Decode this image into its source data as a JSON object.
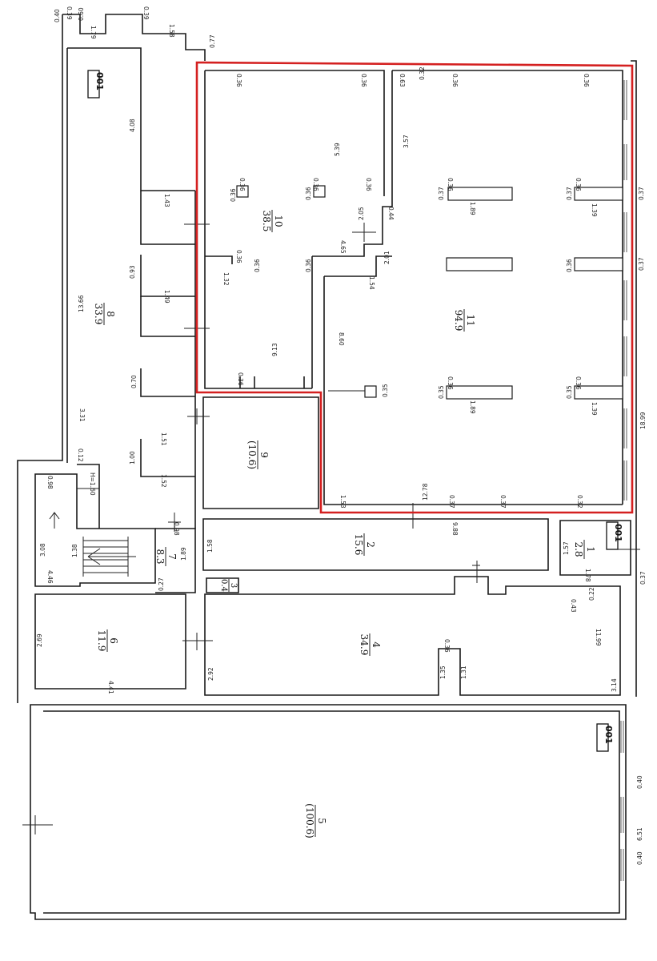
{
  "rooms": [
    {
      "id": "r1",
      "number": "1",
      "area": "2.8"
    },
    {
      "id": "r2",
      "number": "2",
      "area": "15.6"
    },
    {
      "id": "r3",
      "number": "3",
      "area": "0.4"
    },
    {
      "id": "r4",
      "number": "4",
      "area": "34.9"
    },
    {
      "id": "r5",
      "number": "5",
      "area": "(100.6)"
    },
    {
      "id": "r6",
      "number": "6",
      "area": "11.9"
    },
    {
      "id": "r7",
      "number": "7",
      "area": "8.3"
    },
    {
      "id": "r8",
      "number": "8",
      "area": "33.9"
    },
    {
      "id": "r9",
      "number": "9",
      "area": "(10.6)"
    },
    {
      "id": "r10",
      "number": "10",
      "area": "38.5"
    },
    {
      "id": "r11",
      "number": "11",
      "area": "94.9"
    }
  ],
  "markers": [
    "001",
    "001",
    "001"
  ],
  "level_note": "H=1.60",
  "dimensions": {
    "d040": "0.40",
    "d039a": "0.39",
    "d060": "0.60",
    "d179": "1.79",
    "d039b": "0.39",
    "d158": "1.58",
    "d077": "0.77",
    "d408": "4.08",
    "d143": "1.43",
    "d093": "0.93",
    "d149": "1.49",
    "d1366": "13.66",
    "d070": "0.70",
    "d331": "3.31",
    "d151": "1.51",
    "d100": "1.00",
    "d152": "1.52",
    "d012": "0.12",
    "d098": "0.98",
    "d308": "3.08",
    "d138": "1.38",
    "d446": "4.46",
    "d098b": "0.98",
    "d189": "1.89",
    "d158b": "1.58",
    "d027": "0.27",
    "d269": "2.69",
    "d441": "4.41",
    "d292": "2.92",
    "d135": "1.35",
    "d131": "1.31",
    "d314": "3.14",
    "d1199": "11.99",
    "d043": "0.43",
    "d022": "0.22",
    "d178": "1.78",
    "d157": "1.57",
    "d037r": "0.37",
    "d988": "9.88",
    "d040r": "0.40",
    "d651": "6.51",
    "d040r2": "0.40",
    "d036a": "0.36",
    "d036b": "0.36",
    "d063": "0.63",
    "d032": "0.32",
    "d036c": "0.36",
    "d036d": "0.36",
    "d539": "5.39",
    "d357": "3.57",
    "d036e": "0.36",
    "d036f": "0.36",
    "d036g": "0.36",
    "d036h": "0.36",
    "d036i": "0.36",
    "d036j": "0.36",
    "d205": "2.05",
    "d044": "0.44",
    "d465": "4.65",
    "d201": "2.01",
    "d154": "1.54",
    "d132": "1.32",
    "d036k": "0.36",
    "d036l": "0.36",
    "d036m": "0.36",
    "d913": "9.13",
    "d860": "8.60",
    "d036n": "0.36",
    "d035": "0.35",
    "d037a": "0.37",
    "d037b": "0.37",
    "d189a": "1.89",
    "d139a": "1.39",
    "d037c": "0.37",
    "d036o": "0.36",
    "d036p": "0.36",
    "d037d": "0.37",
    "d035b": "0.35",
    "d035c": "0.35",
    "d189b": "1.89",
    "d139b": "1.39",
    "d036q": "0.36",
    "d036r": "0.36",
    "d1899": "18.99",
    "d153": "1.53",
    "d1278": "12.78",
    "d037e": "0.37",
    "d037f": "0.37",
    "d032b": "0.32",
    "d036s": "0.36"
  }
}
